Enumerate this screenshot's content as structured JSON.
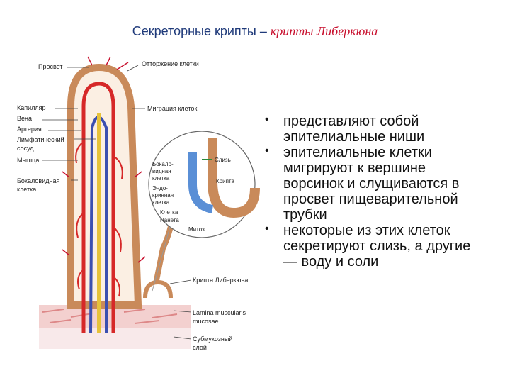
{
  "title": {
    "main": "Секреторные крипты – ",
    "accent": "крипты Либеркюна"
  },
  "labels": {
    "lumen": "Просвет",
    "cell_shedding": "Отторжение клетки",
    "capillary": "Капилляр",
    "vein": "Вена",
    "artery": "Артерия",
    "lymph_1": "Лимфатический",
    "lymph_2": "сосуд",
    "muscle": "Мышца",
    "goblet_1": "Бокаловидная",
    "goblet_2": "клетка",
    "cell_migration": "Миграция клеток",
    "mucus": "Слизь",
    "crypt": "Крипта",
    "goblet_inset_1": "Бокало-",
    "goblet_inset_2": "видная",
    "goblet_inset_3": "клетка",
    "endocrine_1": "Эндо-",
    "endocrine_2": "кринная",
    "endocrine_3": "клетка",
    "paneth_1": "Клетка",
    "paneth_2": "Панета",
    "mitosis": "Митоз",
    "crypt_lieberkuhn": "Крипта Либеркюна",
    "lamina_1": "Lamina muscularis",
    "lamina_2": "mucosae",
    "submucosa_1": "Субмукозный",
    "submucosa_2": "слой"
  },
  "bullets": [
    "представляют собой эпителиальные ниши",
    "эпителиальные клетки мигрируют к вершине ворсинок и слущиваются в просвет пищеварительной трубки",
    "некоторые из этих клеток секретируют слизь, а другие — воду и соли"
  ],
  "colors": {
    "title": "#1f3a7a",
    "accent": "#c8102e",
    "artery": "#d62828",
    "vein": "#3b4fb0",
    "lymph": "#e6c23a",
    "epithelium": "#c98a5a"
  }
}
